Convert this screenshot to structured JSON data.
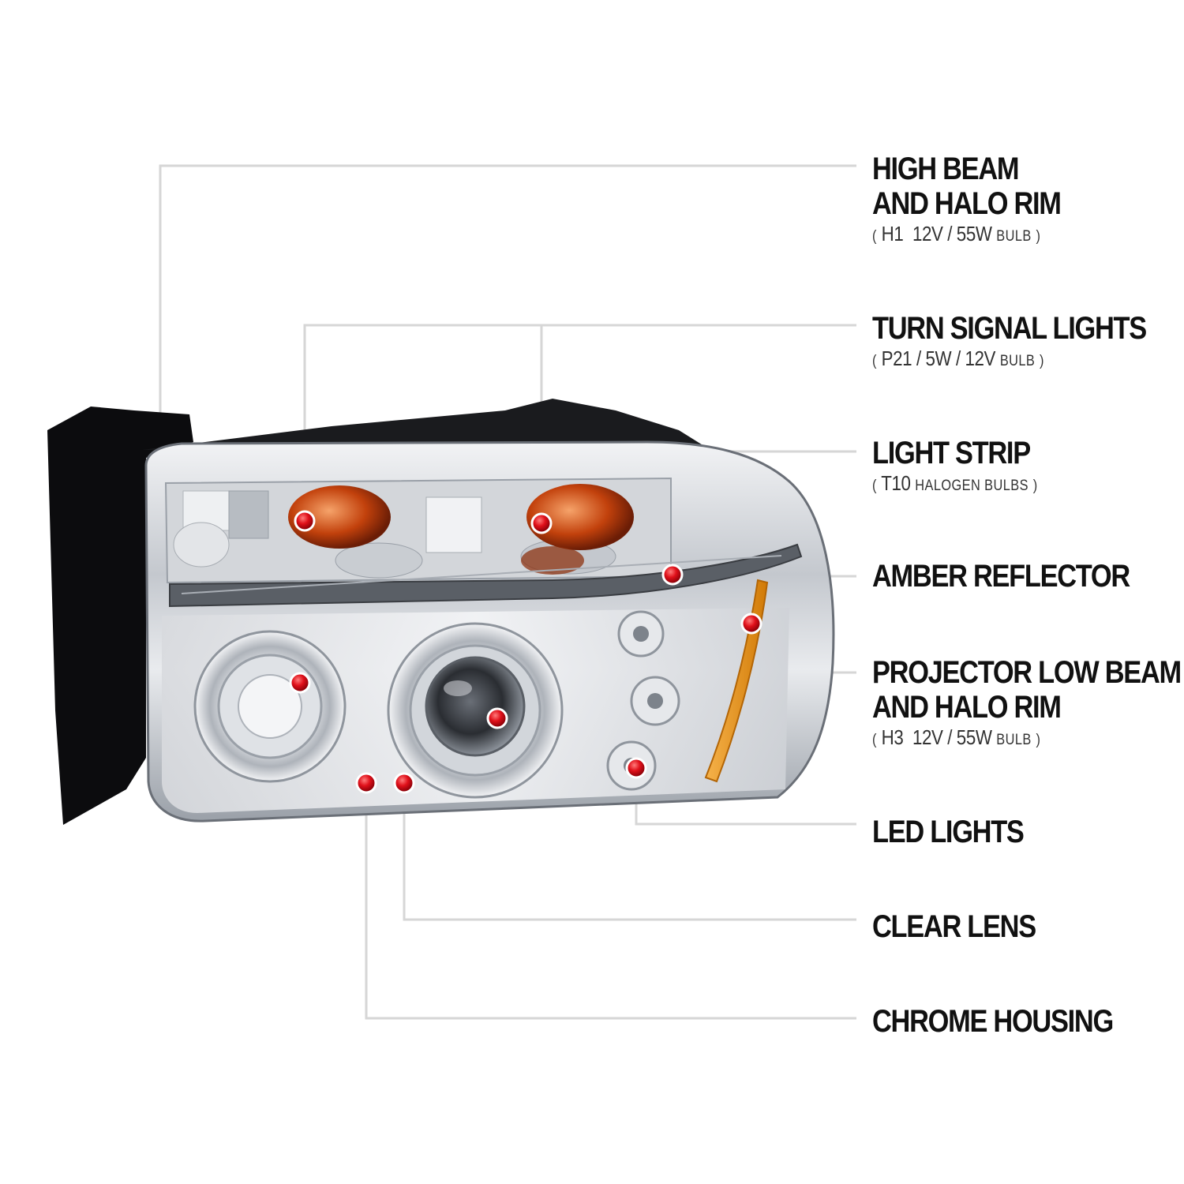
{
  "callouts": [
    {
      "title_lines": [
        "HIGH BEAM",
        "AND HALO RIM"
      ],
      "spec": {
        "open": "(",
        "code": "H1",
        "rating": "12V / 55W",
        "note": "BULB",
        "close": ")"
      }
    },
    {
      "title_lines": [
        "TURN SIGNAL LIGHTS"
      ],
      "spec": {
        "open": "(",
        "code": "P21",
        "rating": "/ 5W / 12V",
        "note": "BULB",
        "close": ")"
      }
    },
    {
      "title_lines": [
        "LIGHT STRIP"
      ],
      "spec": {
        "open": "(",
        "code": "T10",
        "rating": "",
        "note": "HALOGEN BULBS",
        "close": ")"
      }
    },
    {
      "title_lines": [
        "AMBER REFLECTOR"
      ]
    },
    {
      "title_lines": [
        "PROJECTOR LOW BEAM",
        "AND HALO RIM"
      ],
      "spec": {
        "open": "(",
        "code": "H3",
        "rating": "12V / 55W",
        "note": "BULB",
        "close": ")"
      }
    },
    {
      "title_lines": [
        "LED LIGHTS"
      ]
    },
    {
      "title_lines": [
        "CLEAR LENS"
      ]
    },
    {
      "title_lines": [
        "CHROME HOUSING"
      ]
    }
  ],
  "colors": {
    "marker": "#e0101a",
    "leader": "#d6d6d6",
    "chrome": "#c9ccd1",
    "amber": "#e8900c",
    "turn_bulb": "#c2410c"
  }
}
